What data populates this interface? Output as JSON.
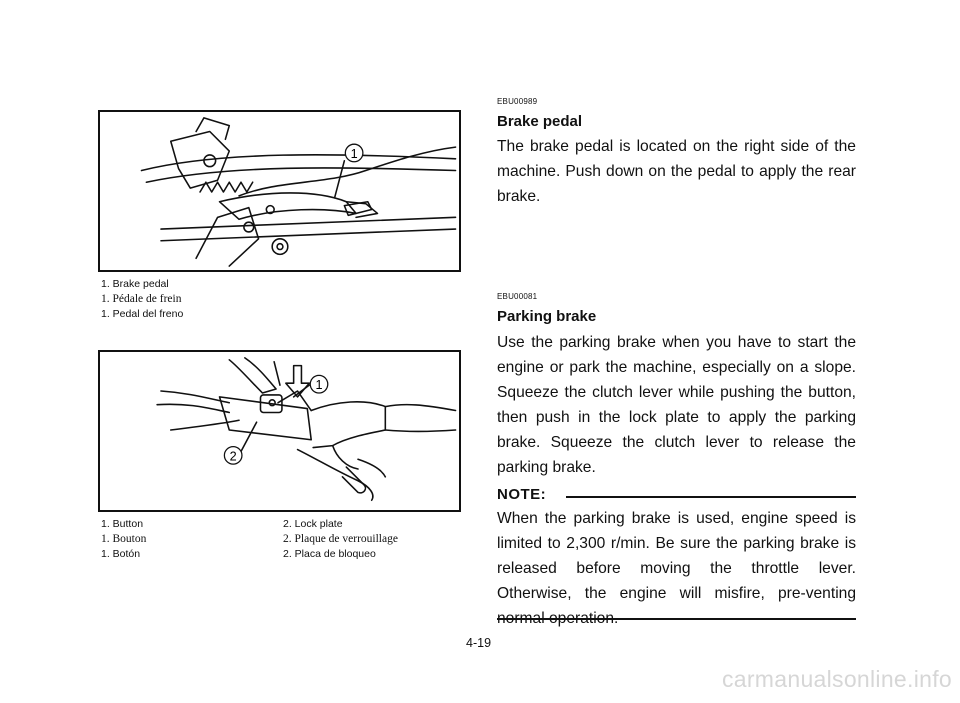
{
  "figure1": {
    "callout_1": "1",
    "captions": {
      "en": "1.  Brake pedal",
      "fr": "1.  Pédale de frein",
      "es": "1.  Pedal del freno"
    }
  },
  "figure2": {
    "callout_1": "1",
    "callout_2": "2",
    "captions": {
      "col1": {
        "en": "1.  Button",
        "fr": "1.  Bouton",
        "es": "1.  Botón"
      },
      "col2": {
        "en": "2.  Lock plate",
        "fr": "2.  Plaque de verrouillage",
        "es": "2.  Placa de bloqueo"
      }
    }
  },
  "sections": [
    {
      "code": "EBU00989",
      "heading": "Brake pedal",
      "body": "The brake pedal is located on the right side of the machine. Push down on the pedal to apply the rear brake."
    },
    {
      "code": "EBU00081",
      "heading": "Parking brake",
      "body": "Use the parking brake when you have to start the engine or park the machine, especially on a slope. Squeeze the clutch lever while pushing the button, then push in the lock plate to apply the parking brake. Squeeze the clutch lever to release the parking brake."
    }
  ],
  "note": {
    "label": "NOTE:",
    "body": "When the parking brake is used, engine speed is limited to 2,300 r/min. Be sure the parking brake is released before moving the throttle lever. Otherwise, the engine will misfire, pre-venting normal operation."
  },
  "page_number": "4-19",
  "watermark": "carmanualsonline.info"
}
